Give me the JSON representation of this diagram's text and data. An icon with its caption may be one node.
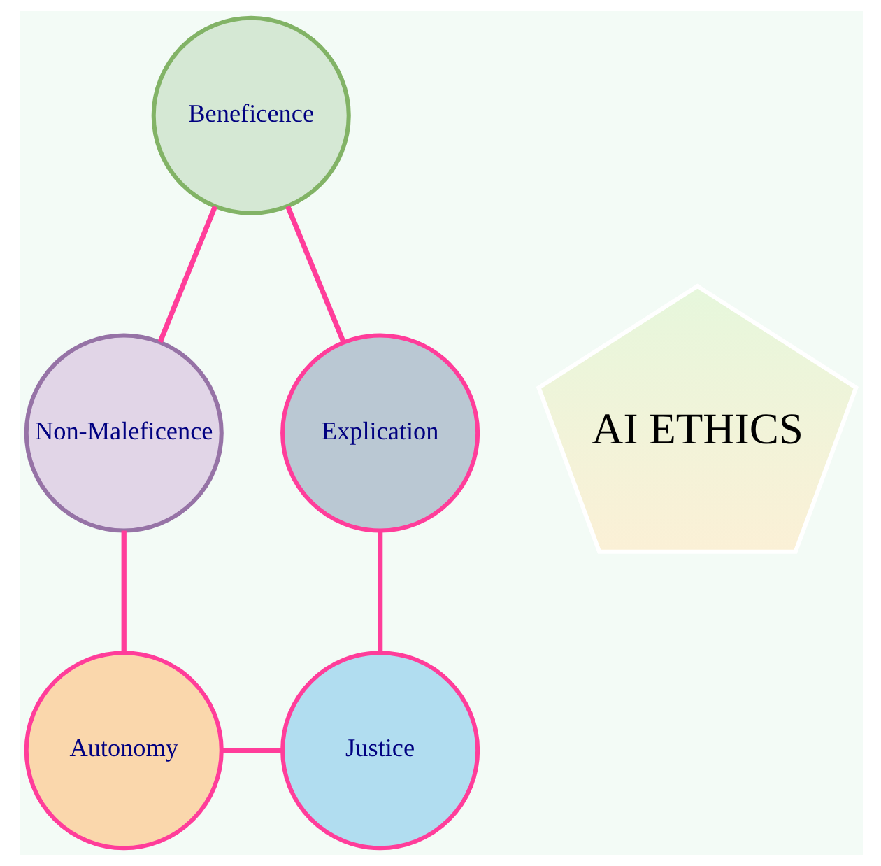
{
  "diagram": {
    "nodes": [
      {
        "text": [
          "AI ETHICS"
        ]
      },
      {
        "text": [
          "Beneficence"
        ]
      },
      {
        "text": [
          "Non-Maleficence"
        ]
      },
      {
        "text": [
          "Explication"
        ]
      },
      {
        "text": [
          "Autonomy"
        ]
      },
      {
        "text": [
          "Justice"
        ]
      }
    ],
    "edges": [
      {
        "from": 1,
        "to": 3,
        "arrow": "none"
      },
      {
        "from": 3,
        "to": 5,
        "arrow": "none"
      },
      {
        "from": 4,
        "to": 5,
        "arrow": "none"
      },
      {
        "from": 2,
        "to": 4,
        "arrow": "none"
      },
      {
        "from": 1,
        "to": 2,
        "arrow": "none"
      }
    ]
  }
}
